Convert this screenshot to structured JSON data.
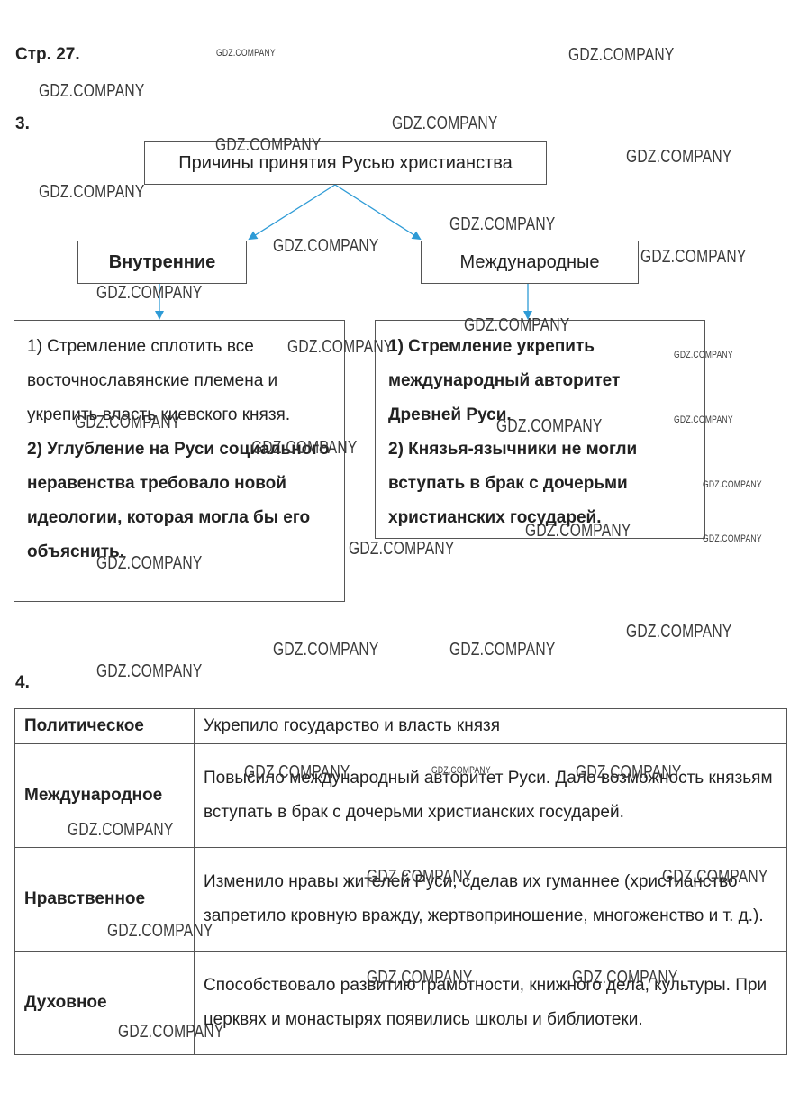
{
  "page": {
    "label": "Стр. 27."
  },
  "task3": {
    "number": "3.",
    "root": "Причины принятия Русью христианства",
    "left_title": "Внутренние",
    "right_title": "Международные",
    "left_items": [
      "1) Стремление сплотить все восточнославянские племена и укрепить власть киевского князя.",
      "2) Углубление на Руси социального неравенства требовало новой идеологии, которая могла бы его объяснить."
    ],
    "right_items": [
      "1) Стремление укрепить международный авторитет Древней Руси.",
      "2) Князья-язычники не могли вступать в брак с дочерьми христианских государей."
    ],
    "arrow_color": "#2e9bd6"
  },
  "task4": {
    "number": "4.",
    "rows": [
      {
        "head": "Политическое",
        "text": "Укрепило государство и власть князя"
      },
      {
        "head": "Международное",
        "text": "Повысило международный авторитет Руси. Дало возможность князьям вступать в брак с дочерьми христианских государей."
      },
      {
        "head": "Нравственное",
        "text": "Изменило нравы жителей Руси, сделав их гуманнее (христианство запретило кровную вражду, жертвоприношение, многоженство и т. д.)."
      },
      {
        "head": "Духовное",
        "text": "Способствовало развитию грамотности, книжного дела, культуры. При церквях и монастырях появились школы и библиотеки."
      }
    ]
  },
  "watermark": {
    "text": "GDZ.COMPANY"
  }
}
